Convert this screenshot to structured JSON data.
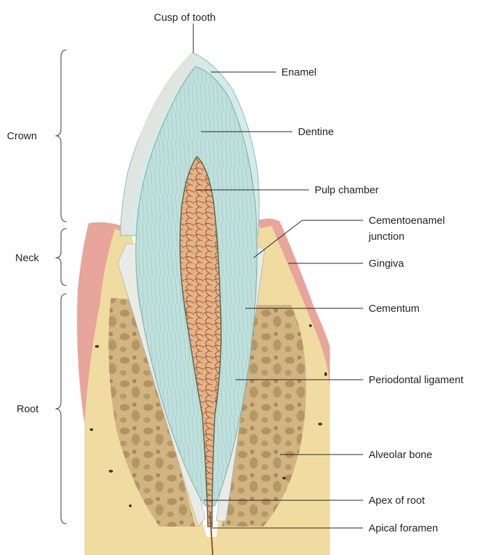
{
  "labels": {
    "cusp": "Cusp of tooth",
    "enamel": "Enamel",
    "dentine": "Dentine",
    "pulp_chamber": "Pulp chamber",
    "cej_line1": "Cementoenamel",
    "cej_line2": "junction",
    "gingiva": "Gingiva",
    "cementum": "Cementum",
    "periodontal_ligament": "Periodontal ligament",
    "alveolar_bone": "Alveolar bone",
    "apex": "Apex of root",
    "apical_foramen": "Apical foramen"
  },
  "regions": {
    "crown": "Crown",
    "neck": "Neck",
    "root": "Root"
  },
  "colors": {
    "gingiva": "#e8a59c",
    "bone": "#f0dca0",
    "cancellous_bone": "#cdb07f",
    "enamel": "#d2ecea",
    "dentine": "#b9dcd8",
    "pulp": "#c77a4e",
    "ligament": "#e8ebe6",
    "label_text": "#222222"
  }
}
